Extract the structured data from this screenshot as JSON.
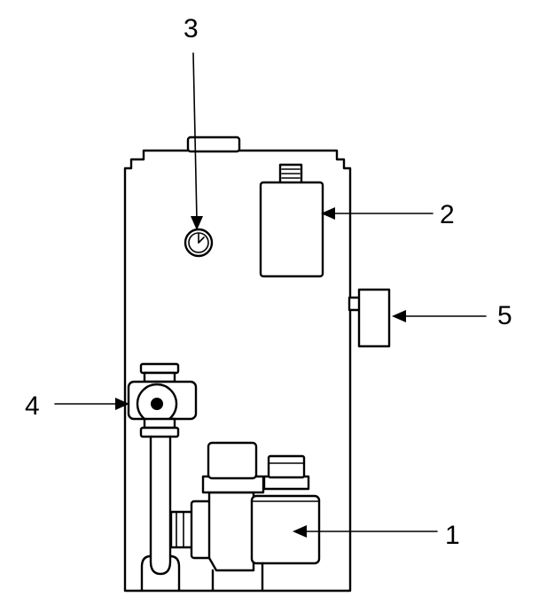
{
  "diagram": {
    "line_color": "#000000",
    "background": "#ffffff",
    "labels": [
      {
        "id": "1",
        "text": "1"
      },
      {
        "id": "2",
        "text": "2"
      },
      {
        "id": "3",
        "text": "3"
      },
      {
        "id": "4",
        "text": "4"
      },
      {
        "id": "5",
        "text": "5"
      }
    ]
  }
}
